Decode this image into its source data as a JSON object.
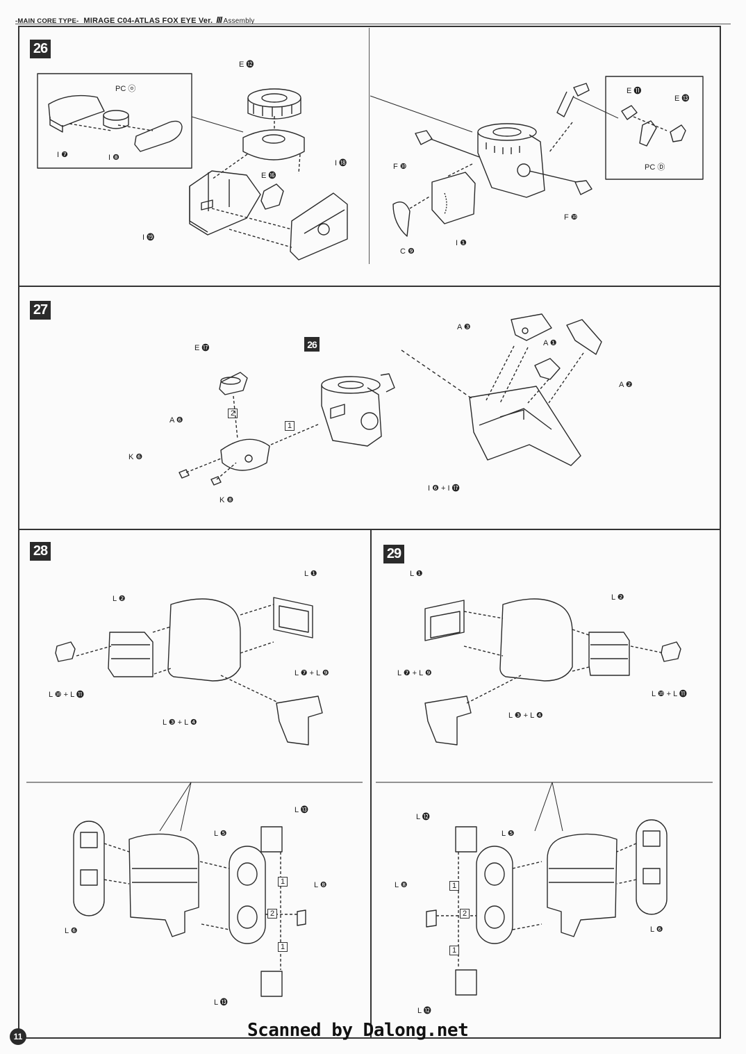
{
  "header": {
    "prefix": "-MAIN CORE TYPE-",
    "model": "MIRAGE C04-ATLAS FOX EYE Ver.",
    "version": "III",
    "section": "Assembly"
  },
  "page_number": "11",
  "watermark": "Scanned by Dalong.net",
  "steps": [
    {
      "number": "26",
      "labels": [
        "E ⓬",
        "PC ⓞ",
        "I ❼",
        "I ❽",
        "E ⓰",
        "I ⓲",
        "I ⓳",
        "F ❿",
        "C ❾",
        "I ❶",
        "F ❿",
        "E ⓫",
        "E ⓭",
        "PC Ⓓ"
      ]
    },
    {
      "number": "27",
      "ref_step": "26",
      "labels": [
        "E ⓱",
        "A ❻",
        "K ❻",
        "K ❽",
        "A ❸",
        "A ❶",
        "A ❷",
        "I ❻ + I ⓱"
      ],
      "order": [
        "1",
        "2"
      ]
    },
    {
      "number": "28",
      "labels": [
        "L ❶",
        "L ❷",
        "L ❿ + L ⓫",
        "L ❸ + L ❹",
        "L ❼ + L ❾",
        "L ⓭",
        "L ❺",
        "L ❽",
        "L ❻",
        "L ⓭"
      ],
      "order": [
        "1",
        "2",
        "1"
      ]
    },
    {
      "number": "29",
      "labels": [
        "L ❶",
        "L ❷",
        "L ❼ + L ❾",
        "L ❸ + L ❹",
        "L ❿ + L ⓫",
        "L ⓬",
        "L ❺",
        "L ❽",
        "L ❻",
        "L ⓬"
      ],
      "order": [
        "1",
        "2",
        "1"
      ]
    }
  ]
}
